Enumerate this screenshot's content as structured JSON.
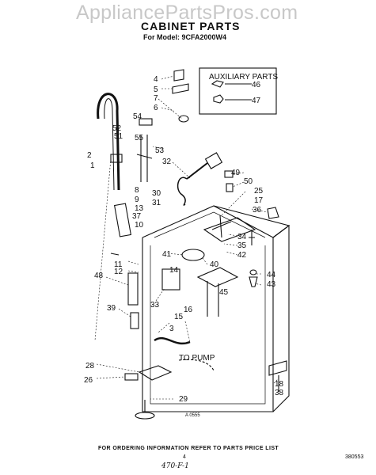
{
  "watermark": "AppliancePartsPros.com",
  "title": "CABINET PARTS",
  "model_line": "For Model: 9CFA2000W4",
  "aux_box": {
    "title": "AUXILIARY PARTS",
    "parts": [
      "46",
      "47"
    ]
  },
  "callouts": [
    "1",
    "2",
    "3",
    "4",
    "5",
    "6",
    "7",
    "8",
    "9",
    "10",
    "11",
    "12",
    "13",
    "14",
    "15",
    "16",
    "17",
    "18",
    "25",
    "26",
    "28",
    "29",
    "30",
    "31",
    "32",
    "33",
    "34",
    "35",
    "36",
    "37",
    "38",
    "39",
    "40",
    "41",
    "42",
    "43",
    "44",
    "45",
    "48",
    "49",
    "50",
    "51",
    "52",
    "53",
    "54",
    "55"
  ],
  "to_pump_label": "TO PUMP",
  "figure_id": "A 0555",
  "footer_note": "FOR ORDERING INFORMATION REFER TO PARTS PRICE LIST",
  "page_number": "4",
  "doc_code": "380553",
  "handwritten": "470-F-1"
}
